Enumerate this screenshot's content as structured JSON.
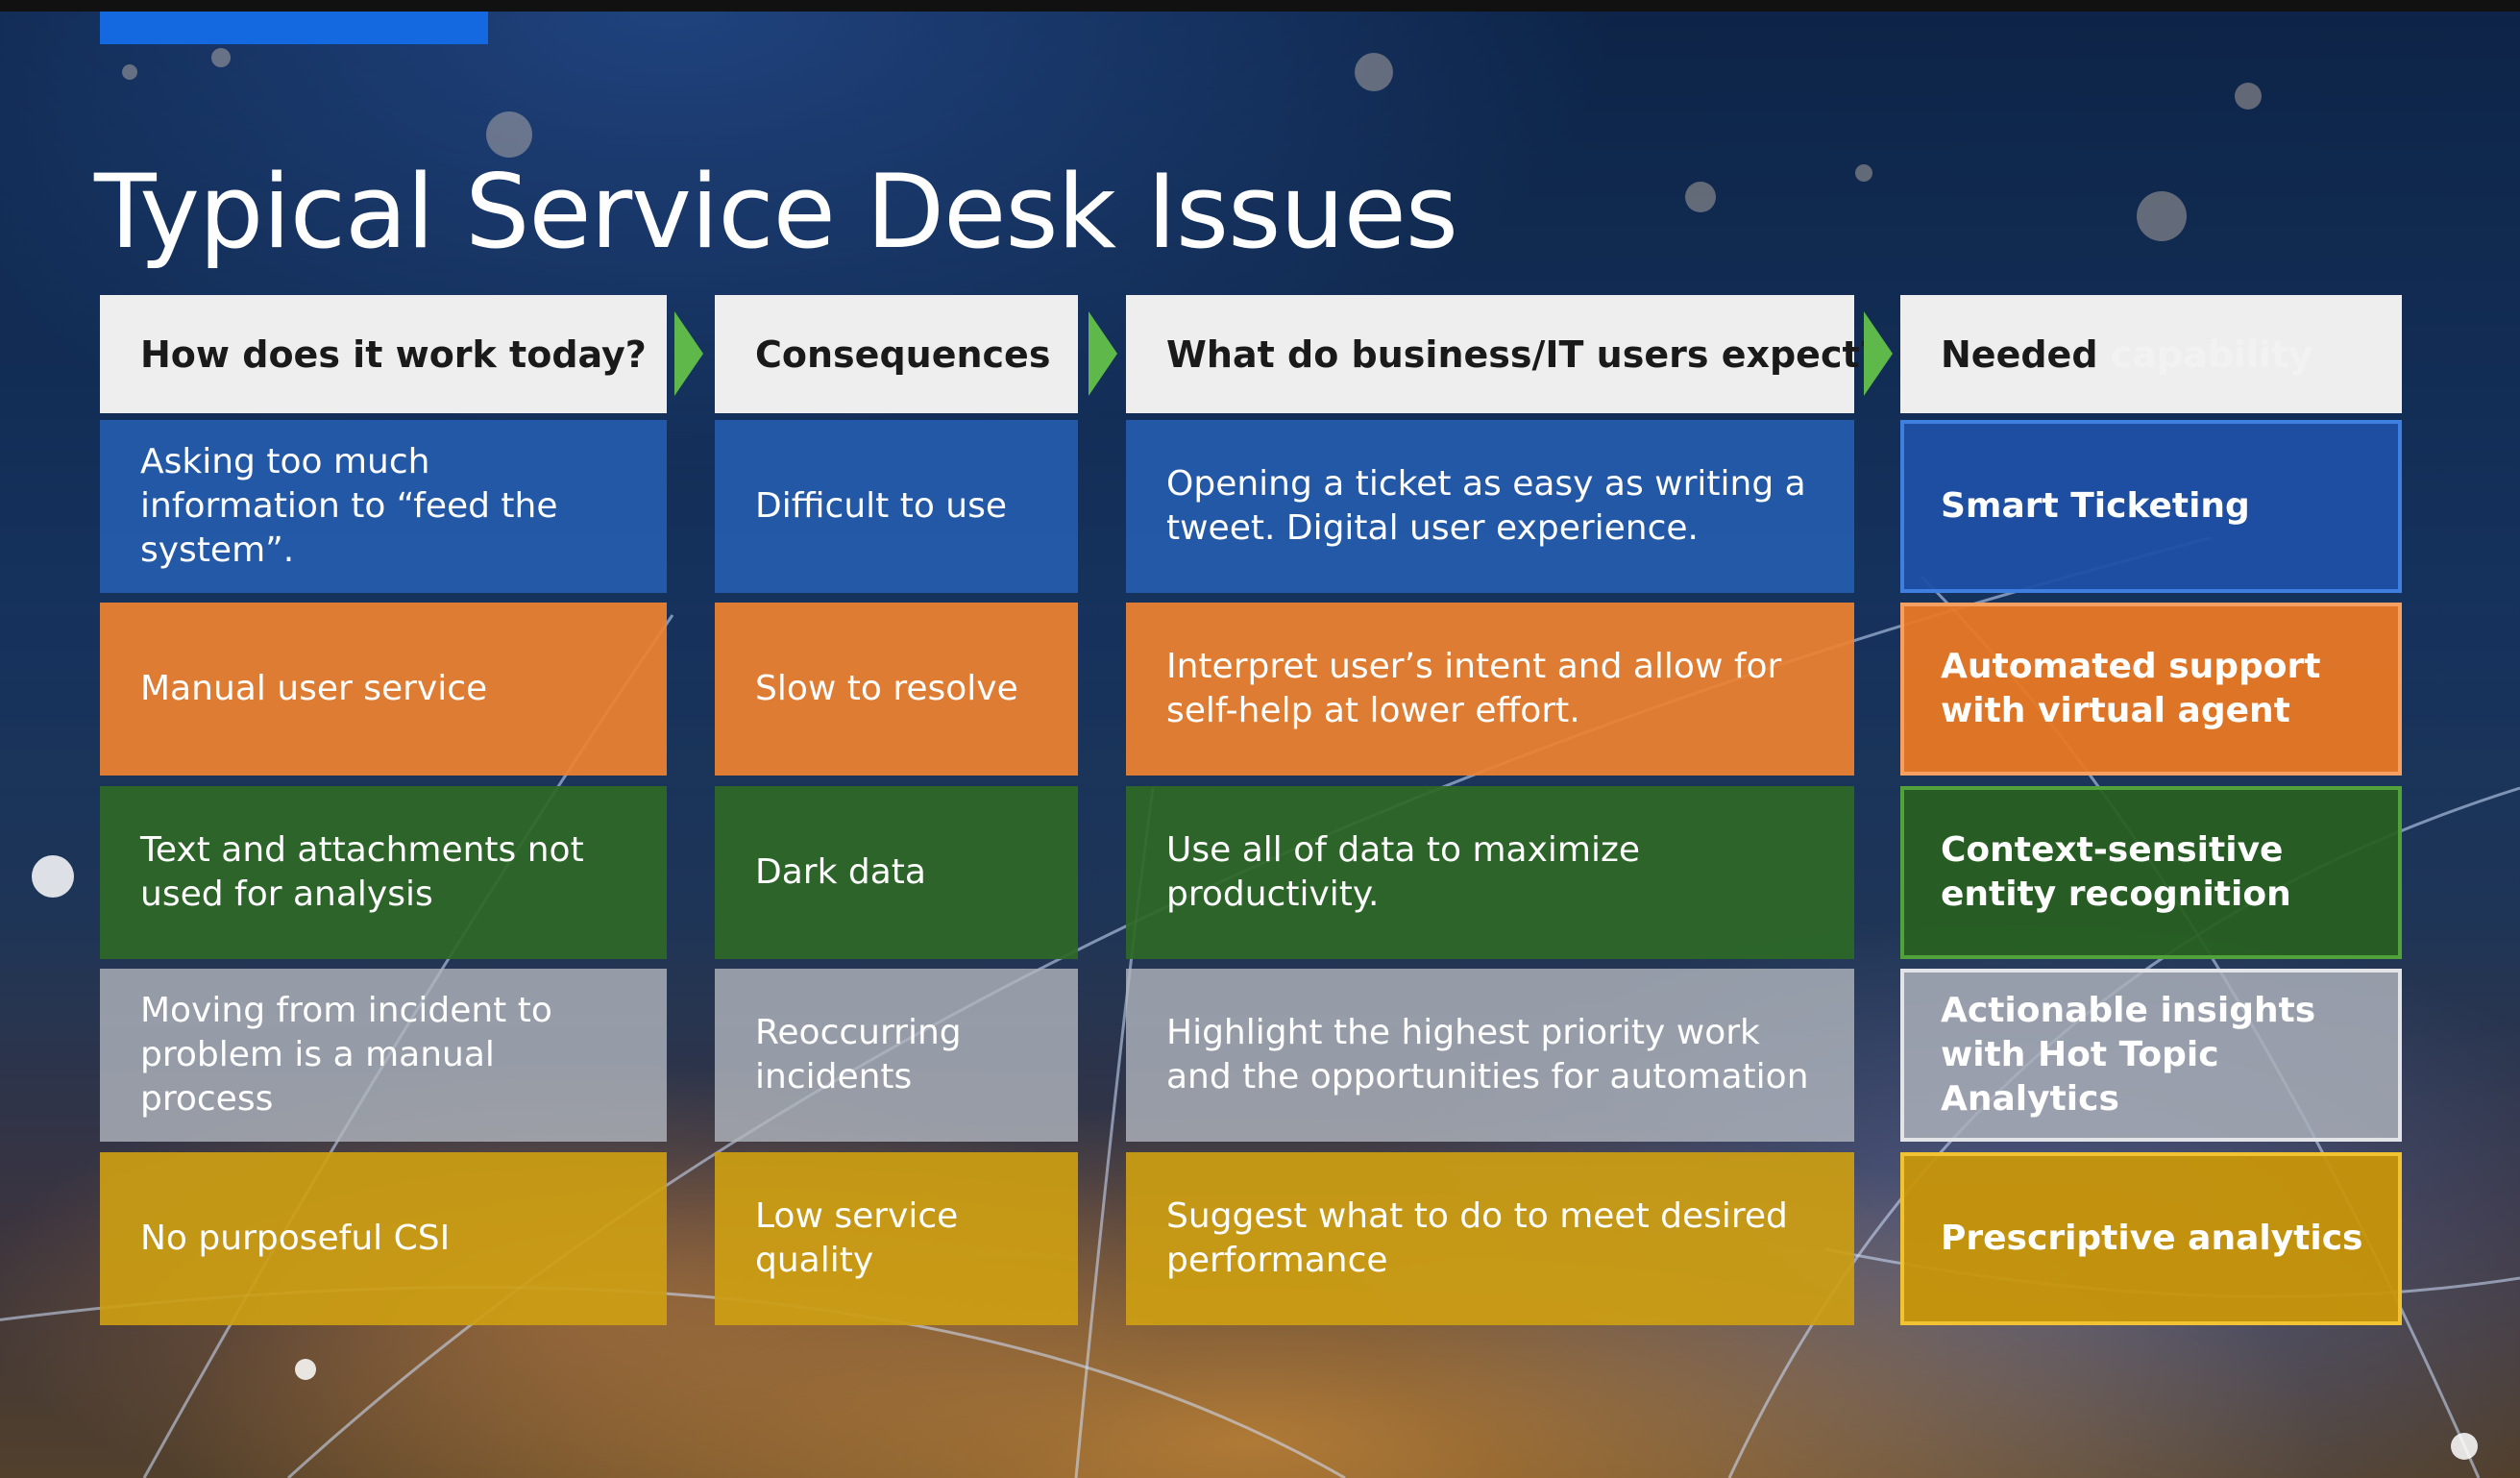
{
  "slide": {
    "title": "Typical Service Desk Issues",
    "headers": [
      {
        "text": "How does it work today?",
        "ghost": ""
      },
      {
        "text": "Consequences",
        "ghost": ""
      },
      {
        "text": "What do business/IT users expect?",
        "ghost": ""
      },
      {
        "text": "Needed ",
        "ghost": "capability"
      }
    ],
    "rows": [
      {
        "color": "#2c5fb0",
        "cells": [
          "Asking too much information to “feed the system”.",
          "Difficult to use",
          "Opening a ticket as easy as writing a tweet. Digital user experience.",
          "Smart Ticketing"
        ]
      },
      {
        "color": "#ee8230",
        "cells": [
          "Manual user service",
          "Slow to resolve",
          "Interpret user’s intent and allow for self-help at lower effort.",
          "Automated support with virtual agent"
        ]
      },
      {
        "color": "#2d6826",
        "cells": [
          "Text and attachments not used for analysis",
          "Dark data",
          "Use all of data to maximize productivity.",
          "Context-sensitive entity recognition"
        ]
      },
      {
        "color": "#b2b6be",
        "cells": [
          "Moving from incident to problem is a manual process",
          "Reoccurring incidents",
          "Highlight the highest priority work and the opportunities for automation",
          "Actionable insights with Hot Topic Analytics"
        ]
      },
      {
        "color": "#cd9e12",
        "cells": [
          "No purposeful CSI",
          "Low service quality",
          "Suggest what to do to meet desired performance",
          "Prescriptive analytics"
        ]
      }
    ],
    "accent_color": "#1468e0",
    "arrow_color": "#5fb84a"
  }
}
